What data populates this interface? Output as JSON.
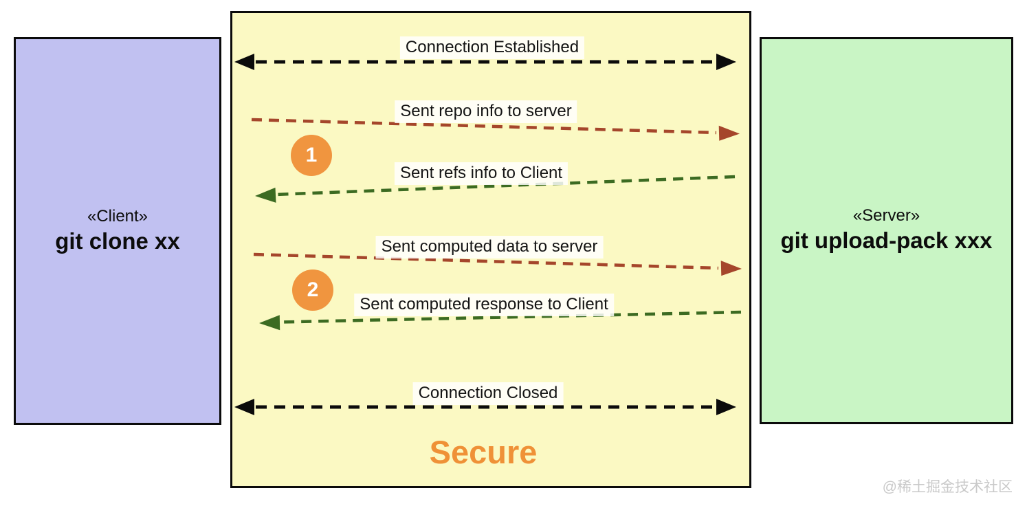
{
  "diagram": {
    "client": {
      "stereotype": "«Client»",
      "name": "git clone xx"
    },
    "server": {
      "stereotype": "«Server»",
      "name": "git upload-pack xxx"
    },
    "channel_label": "Secure",
    "messages": [
      {
        "label": "Connection Established",
        "direction": "both",
        "color": "#0b0b0b"
      },
      {
        "label": "Sent repo info to server",
        "direction": "client-to-server",
        "color": "#a5462b"
      },
      {
        "label": "Sent refs info to Client",
        "direction": "server-to-client",
        "color": "#3c6b22"
      },
      {
        "label": "Sent computed data to server",
        "direction": "client-to-server",
        "color": "#a5462b"
      },
      {
        "label": "Sent computed response to Client",
        "direction": "server-to-client",
        "color": "#3c6b22"
      },
      {
        "label": "Connection Closed",
        "direction": "both",
        "color": "#0b0b0b"
      }
    ],
    "steps": [
      {
        "number": "1"
      },
      {
        "number": "2"
      }
    ],
    "watermark": "@稀土掘金技术社区",
    "colors": {
      "client_fill": "#c1c1f1",
      "server_fill": "#c9f5c5",
      "channel_fill": "#fbf9c3",
      "badge_fill": "#f0953f",
      "secure_text": "#ef9137",
      "to_server_arrow": "#a5462b",
      "to_client_arrow": "#3c6b22",
      "control_arrow": "#0b0b0b"
    }
  }
}
